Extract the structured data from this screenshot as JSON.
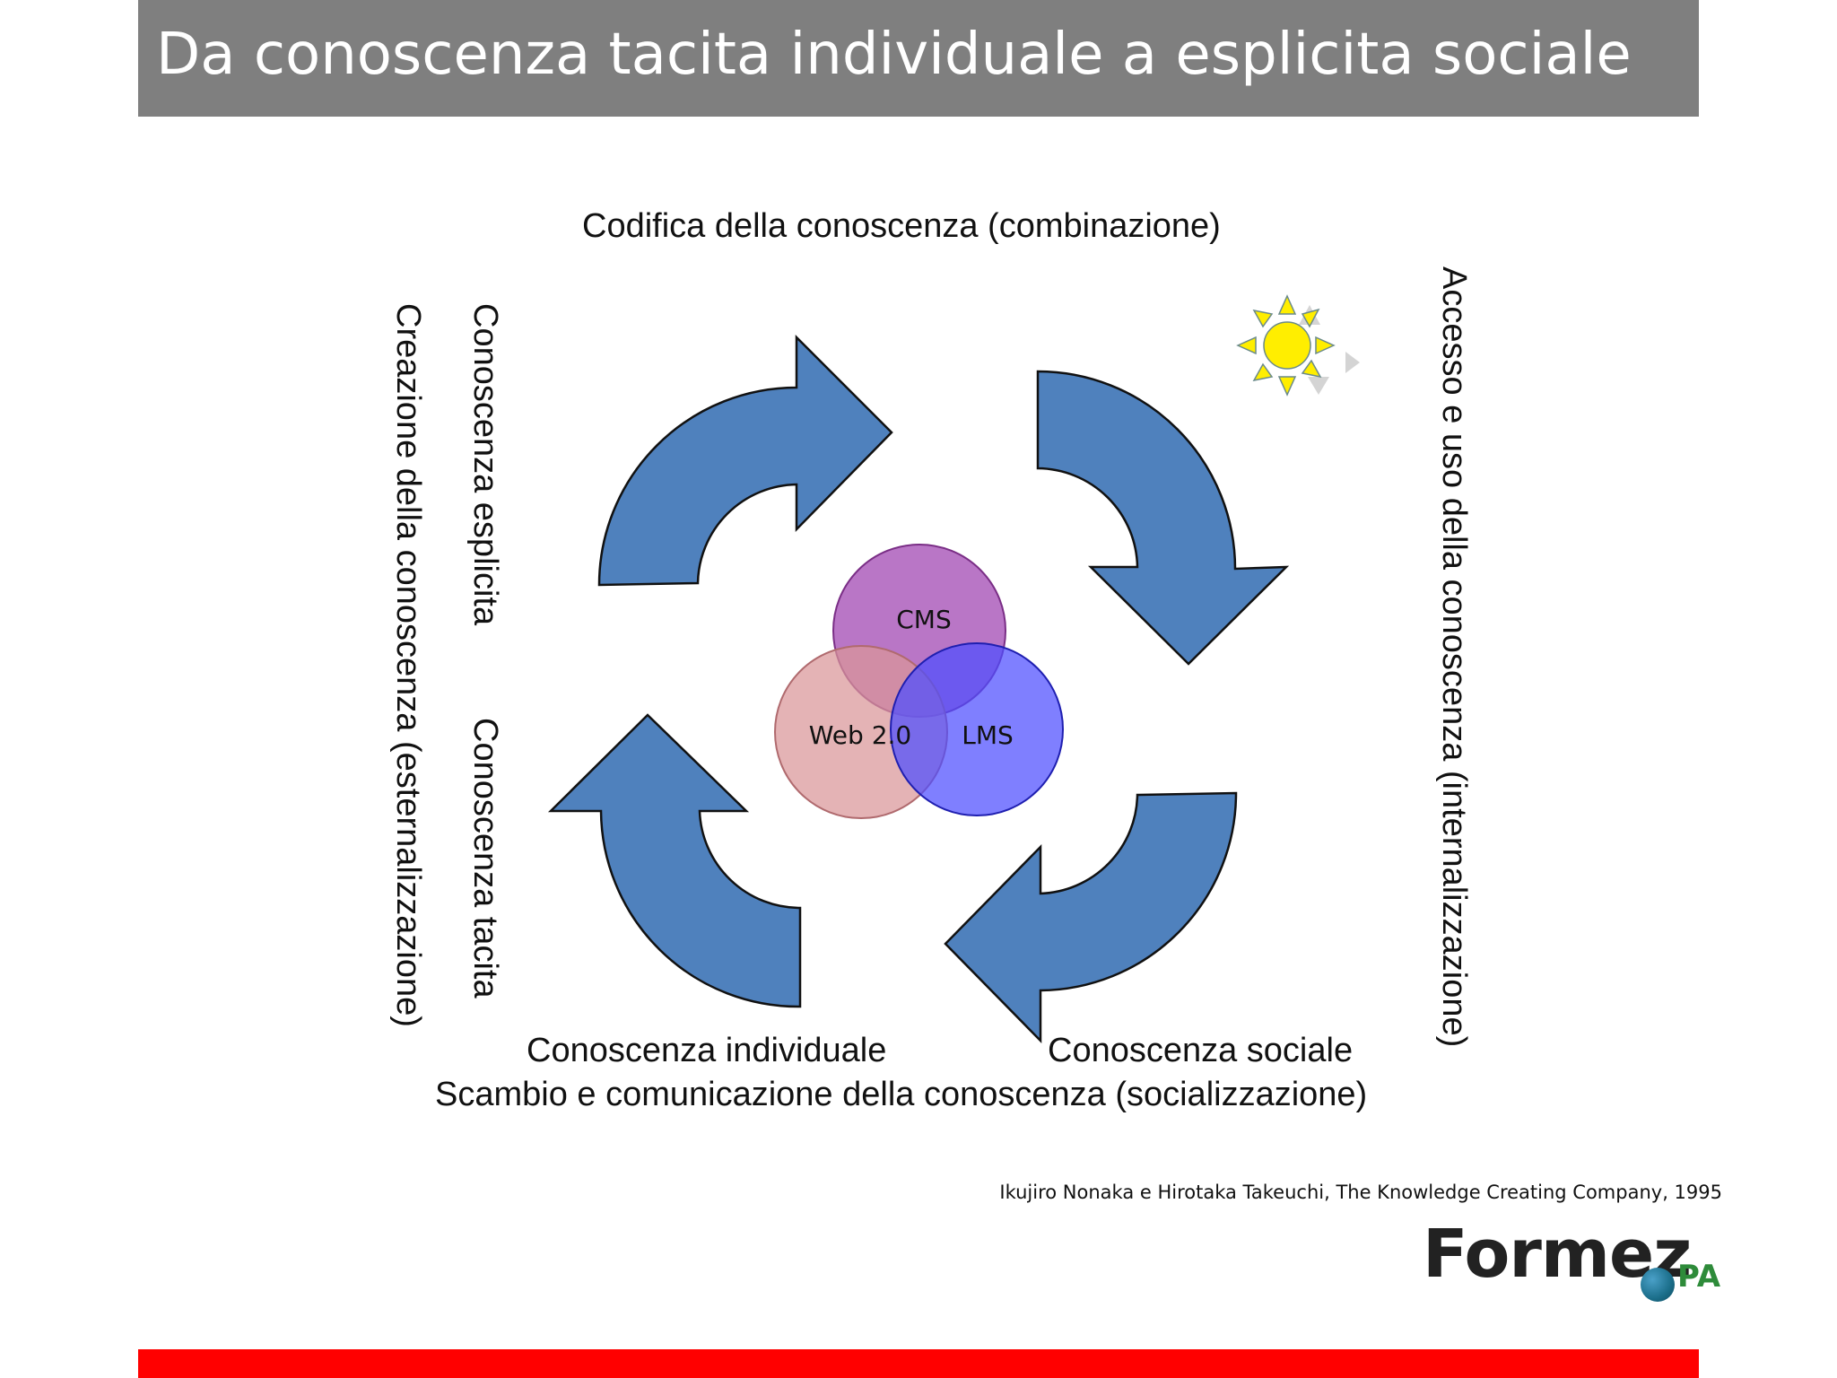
{
  "slide": {
    "title": "Da conoscenza tacita individuale a esplicita sociale"
  },
  "diagram": {
    "top_label": "Codifica della conoscenza (combinazione)",
    "right_label": "Accesso e uso della conoscenza (internalizzazione)",
    "left_outer_label": "Creazione  della conoscenza (esternalizzazione)",
    "left_inner_top_label": "Conoscenza esplicita",
    "left_inner_bottom_label": "Conoscenza tacita",
    "bottom_left_label": "Conoscenza individuale",
    "bottom_right_label": "Conoscenza sociale",
    "bottom_label": "Scambio e comunicazione della conoscenza (socializzazione)",
    "venn": {
      "top": "CMS",
      "left": "Web 2.0",
      "right": "LMS"
    }
  },
  "colors": {
    "arrow_fill": "#4f81bd",
    "cms_circle": "#b167c0",
    "web_circle": "#d99599",
    "lms_circle": "#6b6bff",
    "title_bar": "#7f7f7f",
    "bottom_bar": "#ff0000",
    "sun": "#ffee00"
  },
  "footer": {
    "citation": "Ikujiro Nonaka e Hirotaka Takeuchi, The Knowledge Creating Company, 1995",
    "logo_text": "Formez",
    "logo_suffix": "PA"
  }
}
